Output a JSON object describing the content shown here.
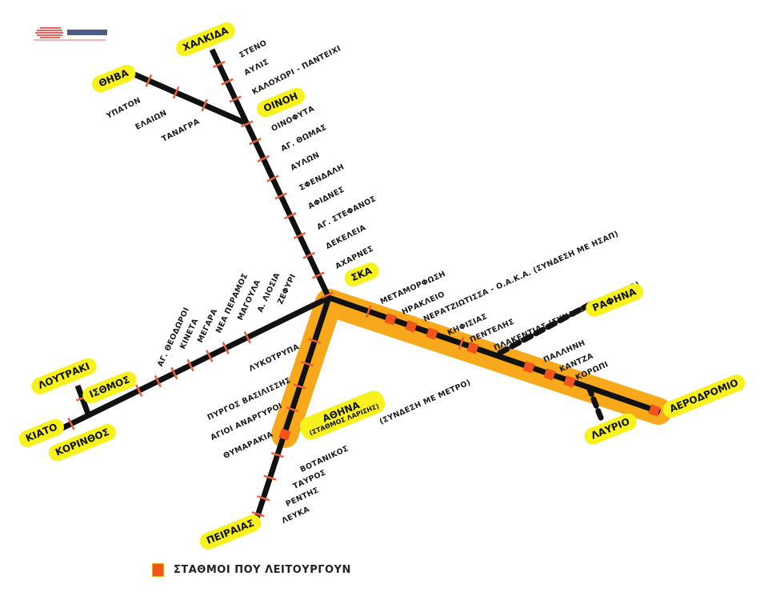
{
  "colors": {
    "line": "#111111",
    "highlight": "#f7a81b",
    "terminal": "#f7f21e",
    "tick": "#e8603c",
    "operating": "#f2541b"
  },
  "terminals": {
    "chalkida": "ΧΑΛΚΙΔΑ",
    "thiva": "ΘΗΒΑ",
    "oinoi": "ΟΙΝΟΗ",
    "ska": "ΣΚΑ",
    "rafina": "ΡΑΦΗΝΑ",
    "aerodromio": "ΑΕΡΟΔΡΟΜΙΟ",
    "lavrio": "ΛΑΥΡΙΟ",
    "athina": "ΑΘΗΝΑ",
    "athina_sub": "(ΣΤΑΘΜΟΣ ΛΑΡΙΣΗΣ)",
    "peiraias": "ΠΕΙΡΑΙΑΣ",
    "loutraki": "ΛΟΥΤΡΑΚΙ",
    "isthmos": "ΙΣΘΜΟΣ",
    "kiato": "ΚΙΑΤΟ",
    "korinthos": "ΚΟΡΙΝΘΟΣ"
  },
  "stations": {
    "north": [
      "ΣΤΕΝΟ",
      "ΑΥΛΙΣ",
      "ΚΑΛΟΧΩΡΙ - ΠΑΝΤΕΙΧΙ",
      "ΟΙΝΟΦΥΤΑ",
      "ΑΓ. ΘΩΜΑΣ",
      "ΑΥΛΩΝ",
      "ΣΦΕΝΔΑΛΗ",
      "ΑΦΙΔΝΕΣ",
      "ΑΓ. ΣΤΕΦΑΝΟΣ",
      "ΔΕΚΕΛΕΙΑ",
      "ΑΧΑΡΝΕΣ"
    ],
    "thiva": [
      "ΥΠΑΤΟΝ",
      "ΕΛΑΙΩΝ",
      "ΤΑΝΑΓΡΑ"
    ],
    "west": [
      "ΑΓ. ΘΕΟΔΩΡΟΙ",
      "ΚΙΝΕΤΑ",
      "ΜΕΓΑΡΑ",
      "ΝΕΑ ΠΕΡΑΜΟΣ",
      "ΜΑΓΟΥΛΑ",
      "Α. ΛΙΟΣΙΑ",
      "ΖΕΦΥΡΙ"
    ],
    "piraeus_left": [
      "ΛΥΚΟΤΡΥΠΑ",
      "ΠΥΡΓΟΣ ΒΑΣΙΛΙΣΣΗΣ",
      "ΑΓΙΟΙ ΑΝΑΡΓΥΡΟΙ",
      "ΘΥΜΑΡΑΚΙΑ"
    ],
    "piraeus_right": [
      "ΒΟΤΑΝΙΚΟΣ",
      "ΤΑΥΡΟΣ",
      "ΡΕΝΤΗΣ",
      "ΛΕΥΚΑ"
    ],
    "airport": [
      "ΜΕΤΑΜΟΡΦΩΣΗ",
      "ΗΡΑΚΛΕΙΟ",
      "ΝΕΡΑΤΖΙΩΤΙΣΣΑ - Ο.Α.Κ.Α. (ΣΥΝΔΕΣΗ ΜΕ ΗΣΑΠ)",
      "ΚΗΦΙΣΙΑΣ",
      "ΠΕΝΤΕΛΗΣ",
      "ΠΛΑΚΕΝΤΙΑΣ (ΣΥΝΔΕΣΗ ΜΕ ΜΕΤΡΟ)",
      "ΠΑΛΛΗΝΗ",
      "ΚΑΝΤΖΑ",
      "ΚΟΡΩΠΙ"
    ],
    "athina_note": "(ΣΥΝΔΕΣΗ ΜΕ ΜΕΤΡΟ)"
  },
  "legend": {
    "operating_label": "ΣΤΑΘΜΟΙ ΠΟΥ ΛΕΙΤΟΥΡΓΟΥΝ"
  }
}
